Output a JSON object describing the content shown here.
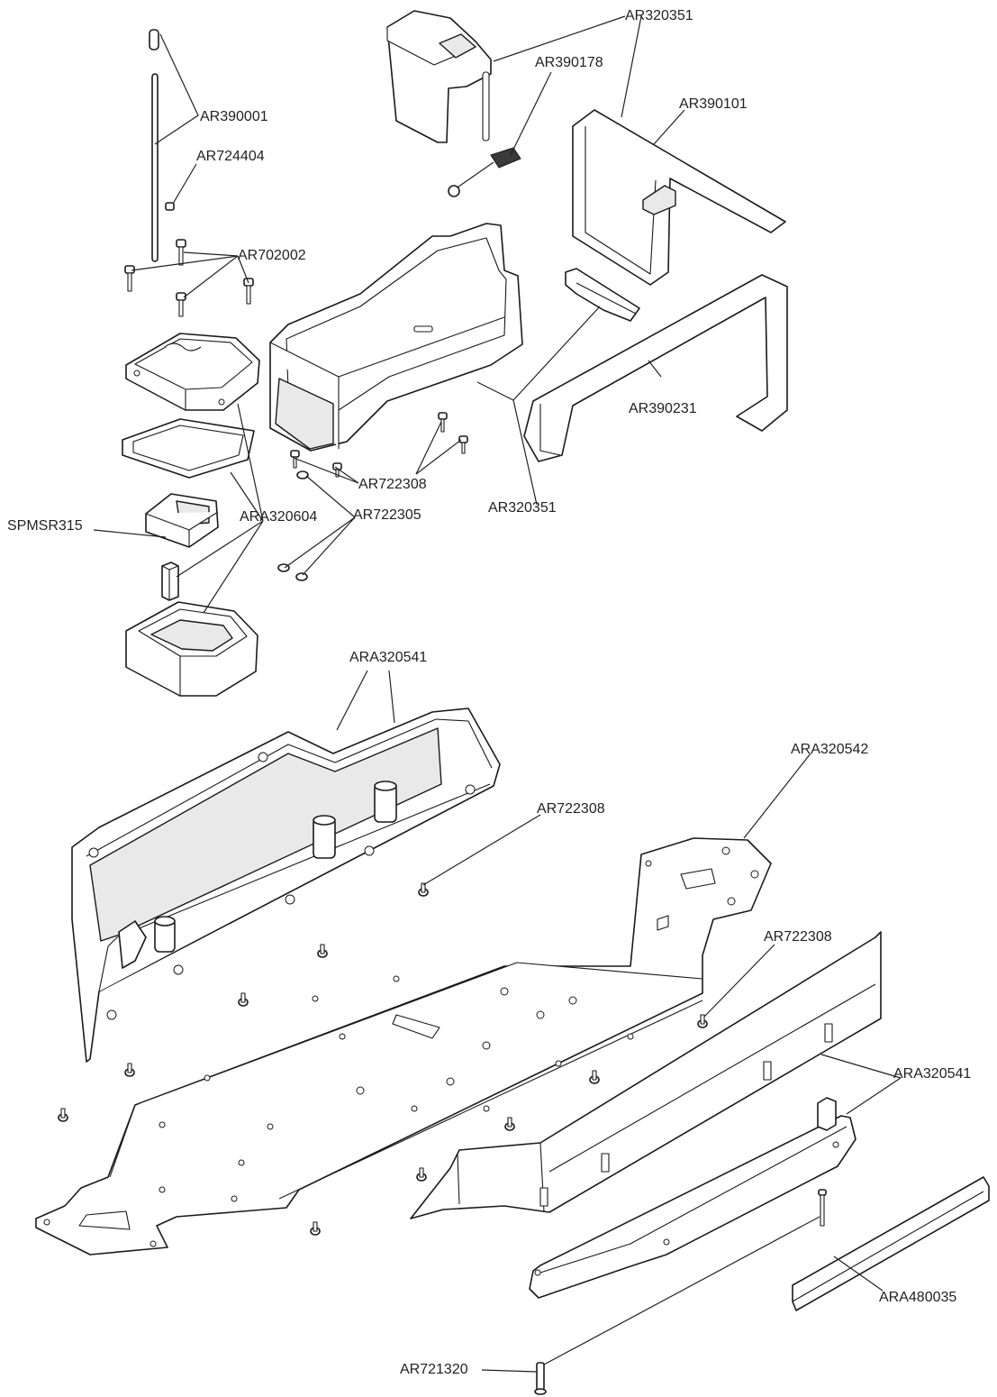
{
  "callouts": {
    "ar390001": "AR390001",
    "ar724404": "AR724404",
    "ar702002": "AR702002",
    "ar320351_top": "AR320351",
    "ar390178": "AR390178",
    "ar390101": "AR390101",
    "ar390231": "AR390231",
    "ar722308_upper": "AR722308",
    "ar722305": "AR722305",
    "ar320351_bottom": "AR320351",
    "ara320604": "ARA320604",
    "spmsr315": "SPMSR315",
    "ara320541_top": "ARA320541",
    "ara320542": "ARA320542",
    "ar722308_middle": "AR722308",
    "ar722308_right": "AR722308",
    "ara320541_right": "ARA320541",
    "ara480035": "ARA480035",
    "ar721320": "AR721320"
  },
  "colors": {
    "line": "#1a1a1a",
    "text": "#222222",
    "background": "#ffffff"
  }
}
